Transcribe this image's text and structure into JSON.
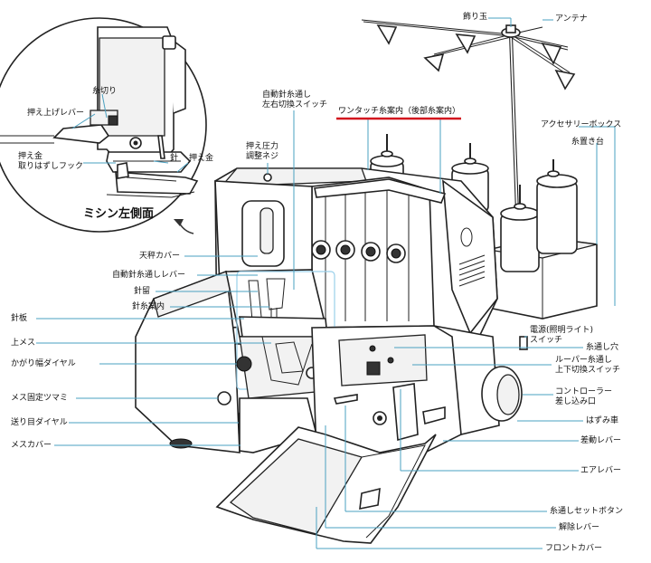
{
  "inset": {
    "caption": "ミシン左側面",
    "labels": {
      "thread_cutter": "糸切り",
      "presser_lift_lever": "押え上げレバー",
      "presser_removal_hook": "押え金\n取りはずしフック",
      "needle": "針",
      "presser_foot": "押え金"
    }
  },
  "labels": {
    "decor_ball": "飾り玉",
    "antenna": "アンテナ",
    "auto_threader_switch": "自動針糸通し\n左右切換スイッチ",
    "onetouch_guide": "ワンタッチ糸案内（後部糸案内）",
    "accessory_box": "アクセサリーボックス",
    "spool_stand": "糸置き台",
    "pressure_screw": "押え圧力\n調整ネジ",
    "take_up_cover": "天秤カバー",
    "auto_threader_lever": "自動針糸通しレバー",
    "needle_clamp": "針留",
    "needle_thread_guide": "針糸案内",
    "needle_plate": "針板",
    "upper_knife": "上メス",
    "stitch_width_dial": "かがり幅ダイヤル",
    "knife_lock_knob": "メス固定ツマミ",
    "feed_dial": "送り目ダイヤル",
    "knife_cover": "メスカバー",
    "power_switch": "電源(照明ライト)\nスイッチ",
    "threading_hole": "糸通し穴",
    "looper_switch": "ルーパー糸通し\n上下切換スイッチ",
    "controller_jack": "コントローラー\n差し込み口",
    "handwheel": "はずみ車",
    "diff_lever": "差動レバー",
    "air_lever": "エアレバー",
    "threading_set_button": "糸通しセットボタン",
    "release_lever": "解除レバー",
    "front_cover": "フロントカバー"
  },
  "colors": {
    "leader_line": "#4aa0c0",
    "highlight_underline": "#d2141e",
    "outline": "#222222",
    "highlight_box": "#9ad0ea"
  }
}
